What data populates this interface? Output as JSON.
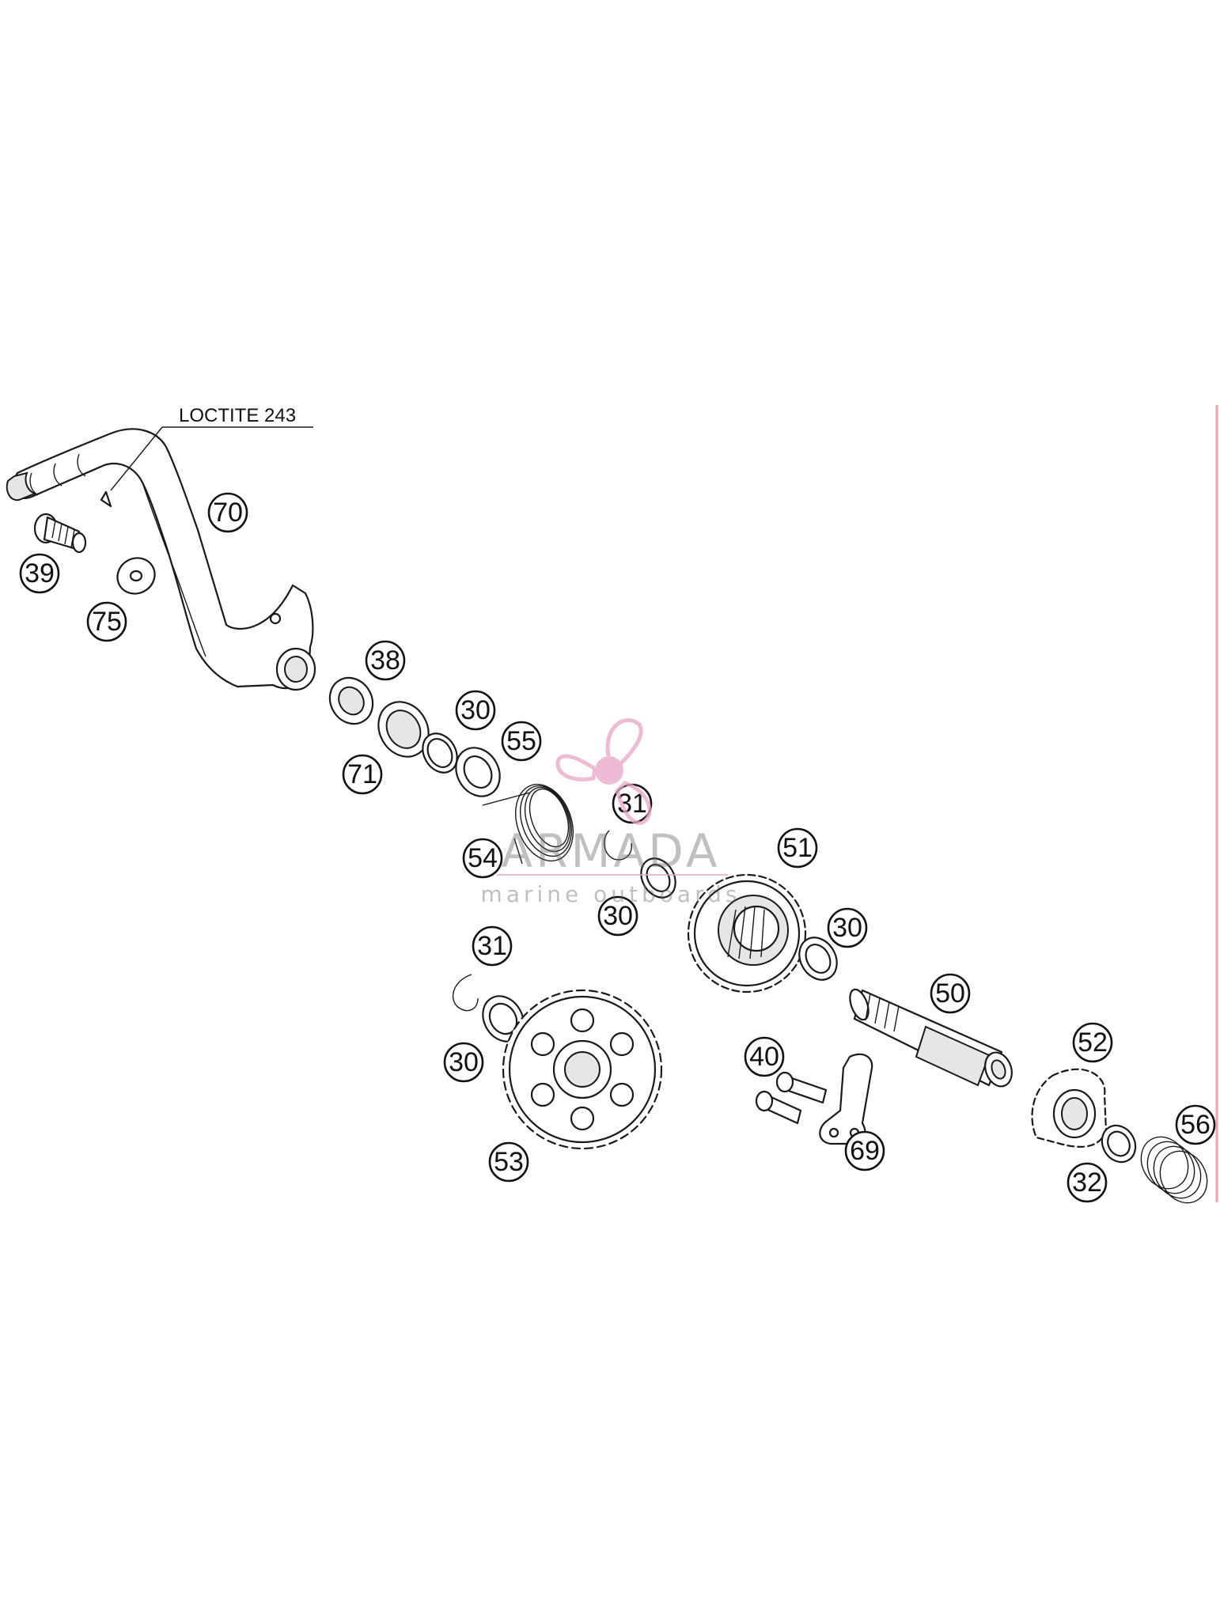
{
  "note": {
    "text": "LOCTITE 243"
  },
  "callouts": [
    {
      "label": "70"
    },
    {
      "label": "39"
    },
    {
      "label": "75"
    },
    {
      "label": "38"
    },
    {
      "label": "30"
    },
    {
      "label": "55"
    },
    {
      "label": "71"
    },
    {
      "label": "31"
    },
    {
      "label": "54"
    },
    {
      "label": "51"
    },
    {
      "label": "30"
    },
    {
      "label": "30"
    },
    {
      "label": "31"
    },
    {
      "label": "30"
    },
    {
      "label": "50"
    },
    {
      "label": "40"
    },
    {
      "label": "52"
    },
    {
      "label": "56"
    },
    {
      "label": "69"
    },
    {
      "label": "53"
    },
    {
      "label": "32"
    }
  ],
  "watermark": {
    "brand": "ARMADA",
    "tagline": "marine outboards",
    "color": "#e8a6c6"
  },
  "colors": {
    "line": "#1a1a1a",
    "margin_rule": "#f2a0a8"
  }
}
